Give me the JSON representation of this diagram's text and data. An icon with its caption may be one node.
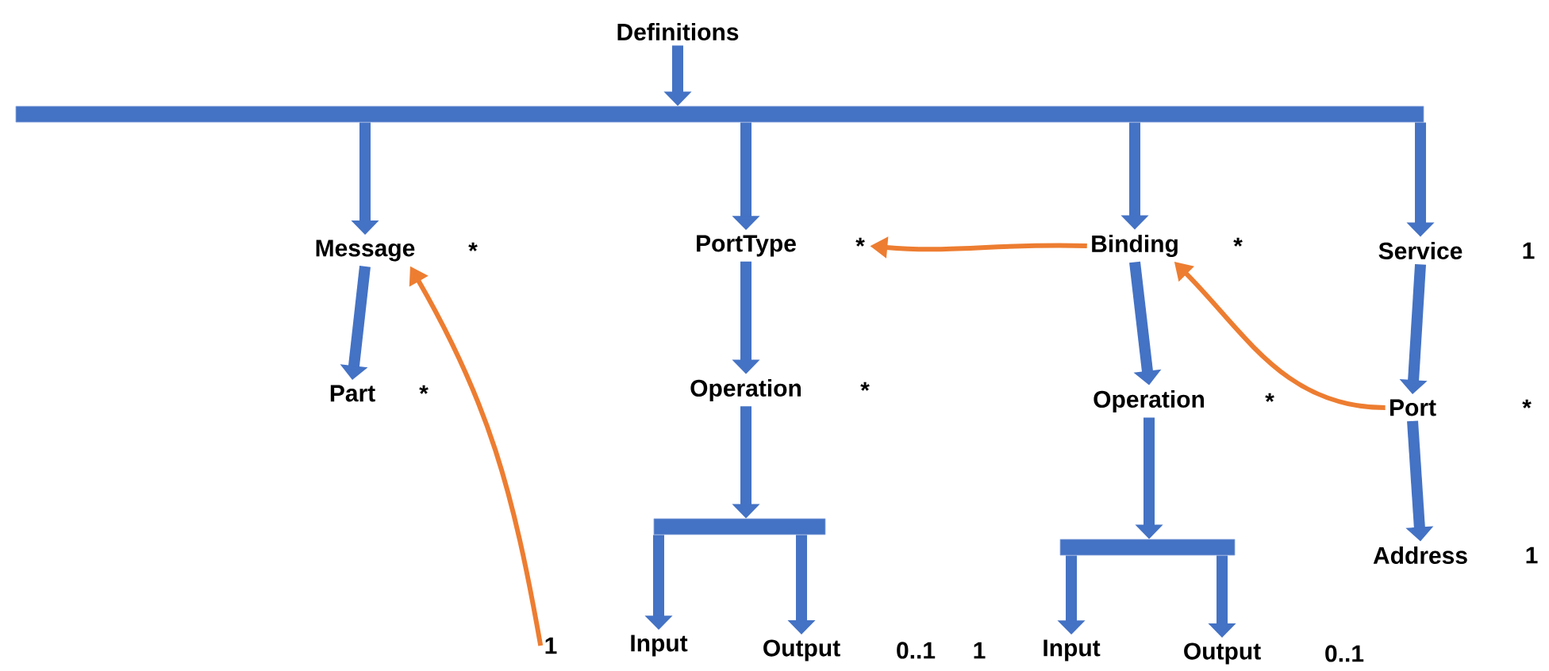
{
  "diagram": {
    "nodes": [
      {
        "text": [
          "Definitions"
        ]
      },
      {
        "text": [],
        "shape": "bar"
      },
      {
        "text": [
          "Message"
        ],
        "beside": [
          "*"
        ]
      },
      {
        "text": [
          "PortType"
        ],
        "beside": [
          "*"
        ]
      },
      {
        "text": [
          "Binding"
        ],
        "beside": [
          "*"
        ]
      },
      {
        "text": [
          "Service"
        ],
        "beside": [
          "1"
        ]
      },
      {
        "text": [
          "Part"
        ],
        "beside": [
          "*"
        ]
      },
      {
        "text": [
          "Operation"
        ],
        "beside": [
          "*"
        ]
      },
      {
        "text": [
          "Operation"
        ],
        "beside": [
          "*"
        ]
      },
      {
        "text": [
          "Port"
        ],
        "beside": [
          "*"
        ]
      },
      {
        "text": [],
        "shape": "bar"
      },
      {
        "text": [],
        "shape": "bar"
      },
      {
        "text": [
          "Address"
        ],
        "beside": [
          "1"
        ]
      },
      {
        "text": [
          "Input"
        ],
        "beside": [
          "1"
        ]
      },
      {
        "text": [
          "Output"
        ],
        "beside": [
          "0..1"
        ]
      },
      {
        "text": [
          "Input"
        ],
        "beside": [
          "1"
        ]
      },
      {
        "text": [
          "Output"
        ],
        "beside": [
          "0..1"
        ]
      }
    ],
    "edges": [
      {
        "from": 0,
        "to": 1,
        "arrow": "to"
      },
      {
        "from": 1,
        "to": 2,
        "arrow": "to"
      },
      {
        "from": 1,
        "to": 3,
        "arrow": "to"
      },
      {
        "from": 1,
        "to": 4,
        "arrow": "to"
      },
      {
        "from": 1,
        "to": 5,
        "arrow": "to"
      },
      {
        "from": 2,
        "to": 6,
        "arrow": "to"
      },
      {
        "from": 3,
        "to": 7,
        "arrow": "to"
      },
      {
        "from": 7,
        "to": 10,
        "arrow": "to"
      },
      {
        "from": 10,
        "to": 13,
        "arrow": "to"
      },
      {
        "from": 10,
        "to": 14,
        "arrow": "to"
      },
      {
        "from": 4,
        "to": 8,
        "arrow": "to"
      },
      {
        "from": 8,
        "to": 11,
        "arrow": "to"
      },
      {
        "from": 11,
        "to": 15,
        "arrow": "to"
      },
      {
        "from": 11,
        "to": 16,
        "arrow": "to"
      },
      {
        "from": 5,
        "to": 9,
        "arrow": "to"
      },
      {
        "from": 9,
        "to": 12,
        "arrow": "to"
      },
      {
        "from": 13,
        "to": 2,
        "arrow": "to",
        "color": "#ed7d31"
      },
      {
        "from": 4,
        "to": 3,
        "arrow": "to",
        "color": "#ed7d31"
      },
      {
        "from": 9,
        "to": 4,
        "arrow": "to",
        "color": "#ed7d31"
      }
    ]
  }
}
